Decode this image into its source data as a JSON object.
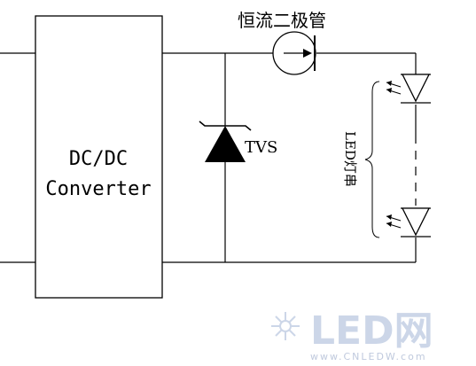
{
  "diagram": {
    "converter": {
      "line1": "DC/DC",
      "line2": "Converter"
    },
    "cc_diode_label": "恒流二极管",
    "tvs_label": "TVS",
    "led_string_label": "LED灯串",
    "watermark": {
      "brand": "LED网",
      "site": "www.CNLEDW.com"
    }
  },
  "colors": {
    "line": "#000000",
    "watermark": "#c7d2e6",
    "watermark_text": "#b9c4da"
  }
}
